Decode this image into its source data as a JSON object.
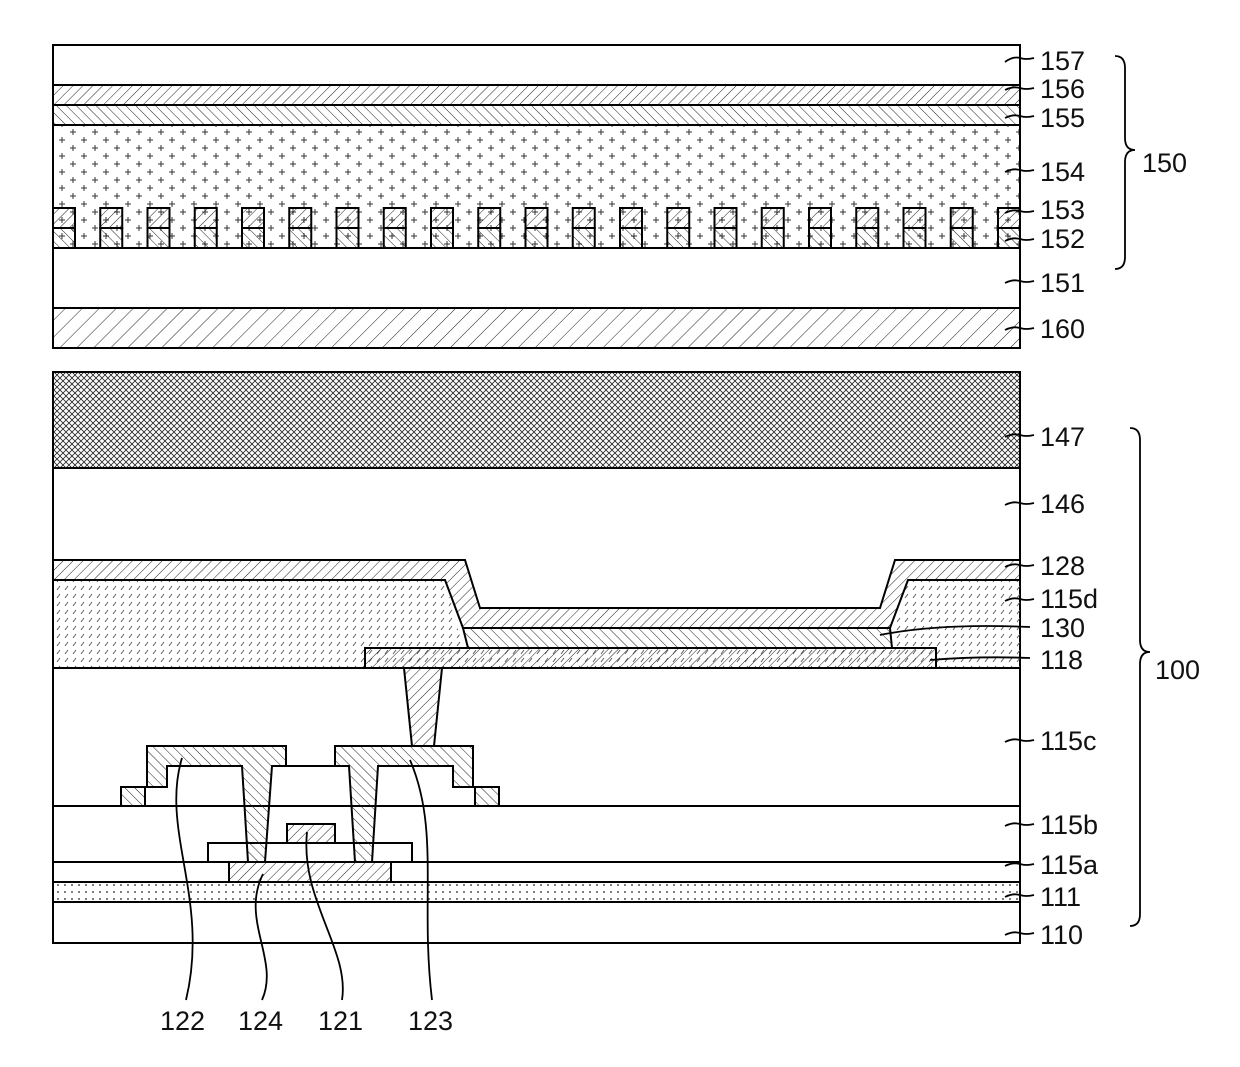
{
  "labels": {
    "l157": "157",
    "l156": "156",
    "l155": "155",
    "l154": "154",
    "l153": "153",
    "l152": "152",
    "l151": "151",
    "l150": "150",
    "l160": "160",
    "l147": "147",
    "l146": "146",
    "l128": "128",
    "l115d": "115d",
    "l130": "130",
    "l118": "118",
    "l100": "100",
    "l115c": "115c",
    "l115b": "115b",
    "l115a": "115a",
    "l111": "111",
    "l110": "110",
    "l122": "122",
    "l124": "124",
    "l121": "121",
    "l123": "123"
  }
}
